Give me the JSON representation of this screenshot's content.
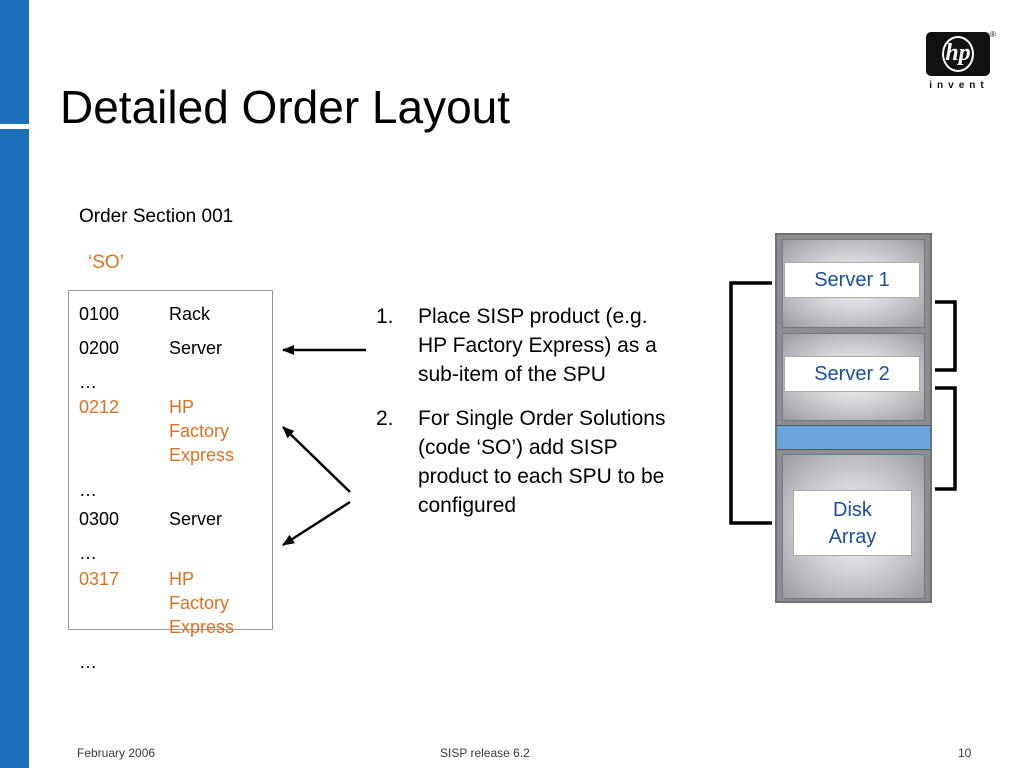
{
  "slide": {
    "title": "Detailed Order Layout",
    "footer_date": "February 2006",
    "footer_center": "SISP release 6.2",
    "page_number": "10"
  },
  "logo": {
    "text": "hp",
    "registered": "®",
    "tagline": "invent"
  },
  "order": {
    "section": "Order Section 001",
    "code": "‘SO’",
    "rows": [
      {
        "code": "0100",
        "desc": "Rack"
      },
      {
        "code": "0200",
        "desc": "Server"
      },
      {
        "code": "…",
        "desc": ""
      },
      {
        "code": "0212",
        "desc": "HP\nFactory\nExpress",
        "highlight": true
      },
      {
        "code": "…",
        "desc": ""
      },
      {
        "code": "0300",
        "desc": "Server"
      },
      {
        "code": "…",
        "desc": ""
      },
      {
        "code": "0317",
        "desc": "HP\nFactory\nExpress",
        "highlight": true
      },
      {
        "code": "…",
        "desc": ""
      }
    ]
  },
  "steps": [
    {
      "num": "1.",
      "text": "Place SISP product (e.g. HP Factory Express) as a sub-item of the SPU"
    },
    {
      "num": "2.",
      "text": "For Single Order Solutions (code ‘SO’) add SISP product to each SPU to be configured"
    }
  ],
  "rack": {
    "server1": "Server 1",
    "server2": "Server 2",
    "disk_line1": "Disk",
    "disk_line2": "Array"
  },
  "colors": {
    "accent_blue": "#1e6fba",
    "highlight_orange": "#e07020",
    "label_blue": "#1a4fa0",
    "strip_blue": "#6aa6dd"
  }
}
